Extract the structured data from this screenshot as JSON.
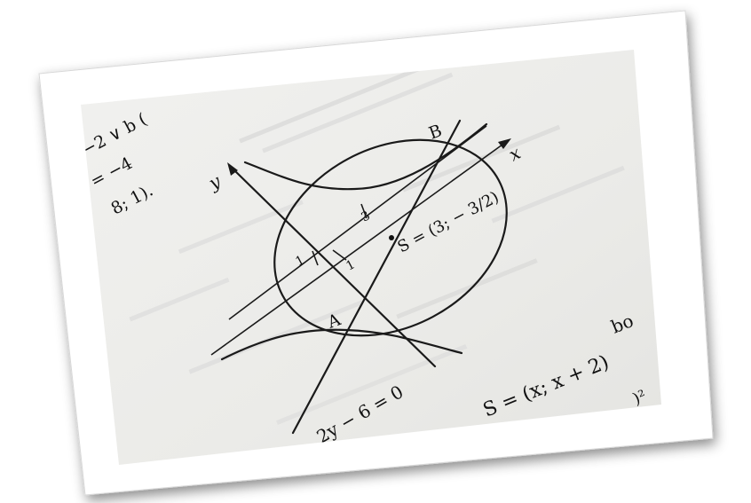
{
  "figure": {
    "axis_x": "x",
    "axis_y": "y",
    "point_a": "A",
    "point_b": "B",
    "tick_3": "3",
    "tick_1_left": "1",
    "tick_1_right": "1",
    "center_label": "S = (3; − 3/2)",
    "center_num": "3",
    "center_den": "2"
  },
  "margin_text": {
    "top_left_1": "−2  ∨  b  (",
    "top_left_2": "= −4",
    "top_left_3": "8; 1)."
  },
  "equations": {
    "line_eq": "2y − 6 = 0",
    "param_s": "S = (x; x + 2)",
    "bo": "bo",
    "square": ")²"
  },
  "colors": {
    "paper": "#eeeeec",
    "ink": "#1a1a1a",
    "frame": "#ffffff",
    "shadow": "#9a9a9a"
  }
}
